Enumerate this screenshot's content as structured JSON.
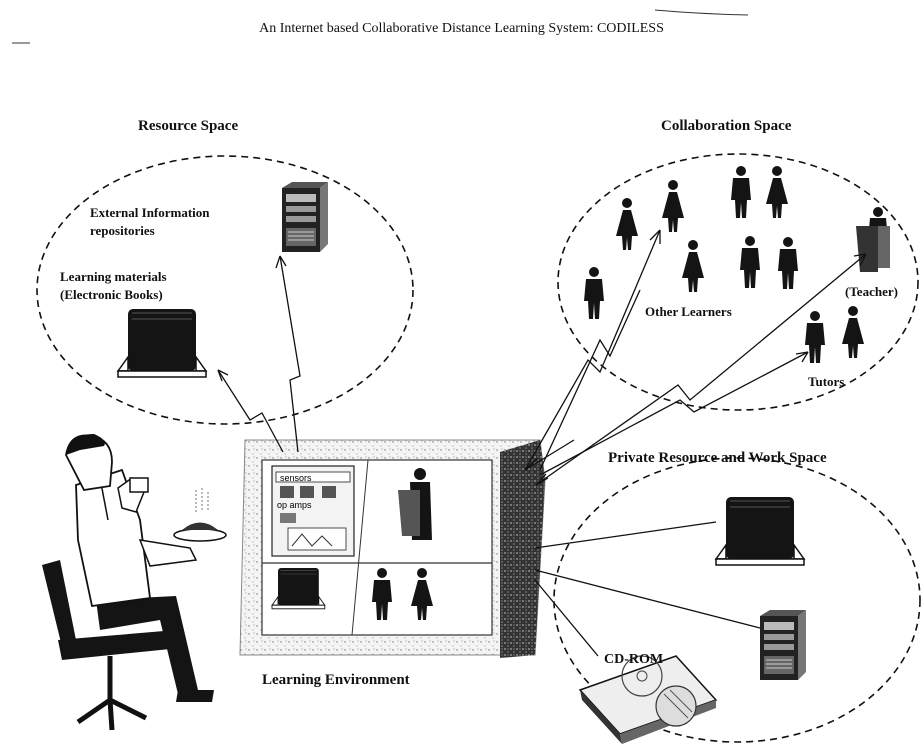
{
  "title": "An Internet based Collaborative Distance Learning System: CODILESS",
  "spaces": {
    "resource": {
      "label": "Resource Space",
      "external": [
        "External Information",
        "repositories"
      ],
      "materials": [
        "Learning materials",
        "(Electronic Books)"
      ]
    },
    "collaboration": {
      "label": "Collaboration Space",
      "other_learners": "Other Learners",
      "teacher": "(Teacher)",
      "tutors": "Tutors"
    },
    "private": {
      "label": "Private Resource and Work Space",
      "cdrom": "CD-ROM"
    },
    "environment": {
      "label": "Learning Environment",
      "screen_words": [
        "sensors",
        "op amps"
      ]
    }
  },
  "icons": [
    "server-icon",
    "book-icon",
    "person-icon",
    "teacher-podium-icon",
    "cd-rom-icon",
    "student-figure"
  ]
}
